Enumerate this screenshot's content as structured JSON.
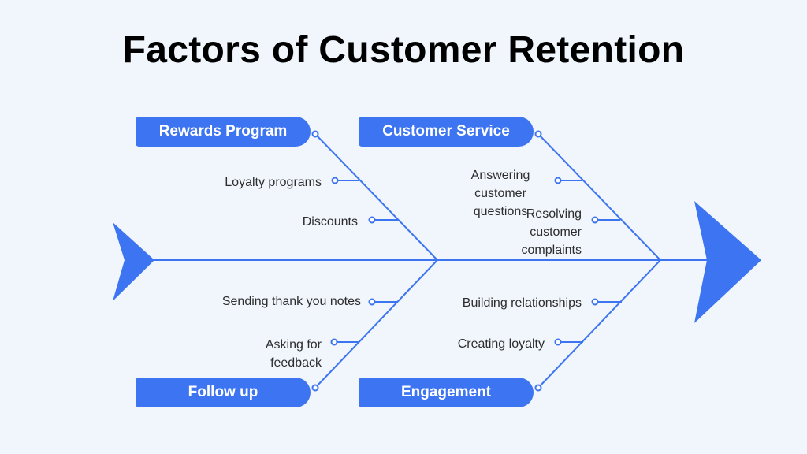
{
  "title": "Factors of Customer Retention",
  "colors": {
    "accent": "#3d74f2",
    "background": "#f1f6fd",
    "text": "#2d2d2d"
  },
  "categories": [
    {
      "label": "Rewards Program",
      "causes": [
        "Loyalty programs",
        "Discounts"
      ]
    },
    {
      "label": "Customer Service",
      "causes": [
        "Answering customer questions",
        "Resolving customer complaints"
      ]
    },
    {
      "label": "Follow up",
      "causes": [
        "Sending thank you notes",
        "Asking for feedback"
      ]
    },
    {
      "label": "Engagement",
      "causes": [
        "Building relationships",
        "Creating loyalty"
      ]
    }
  ]
}
